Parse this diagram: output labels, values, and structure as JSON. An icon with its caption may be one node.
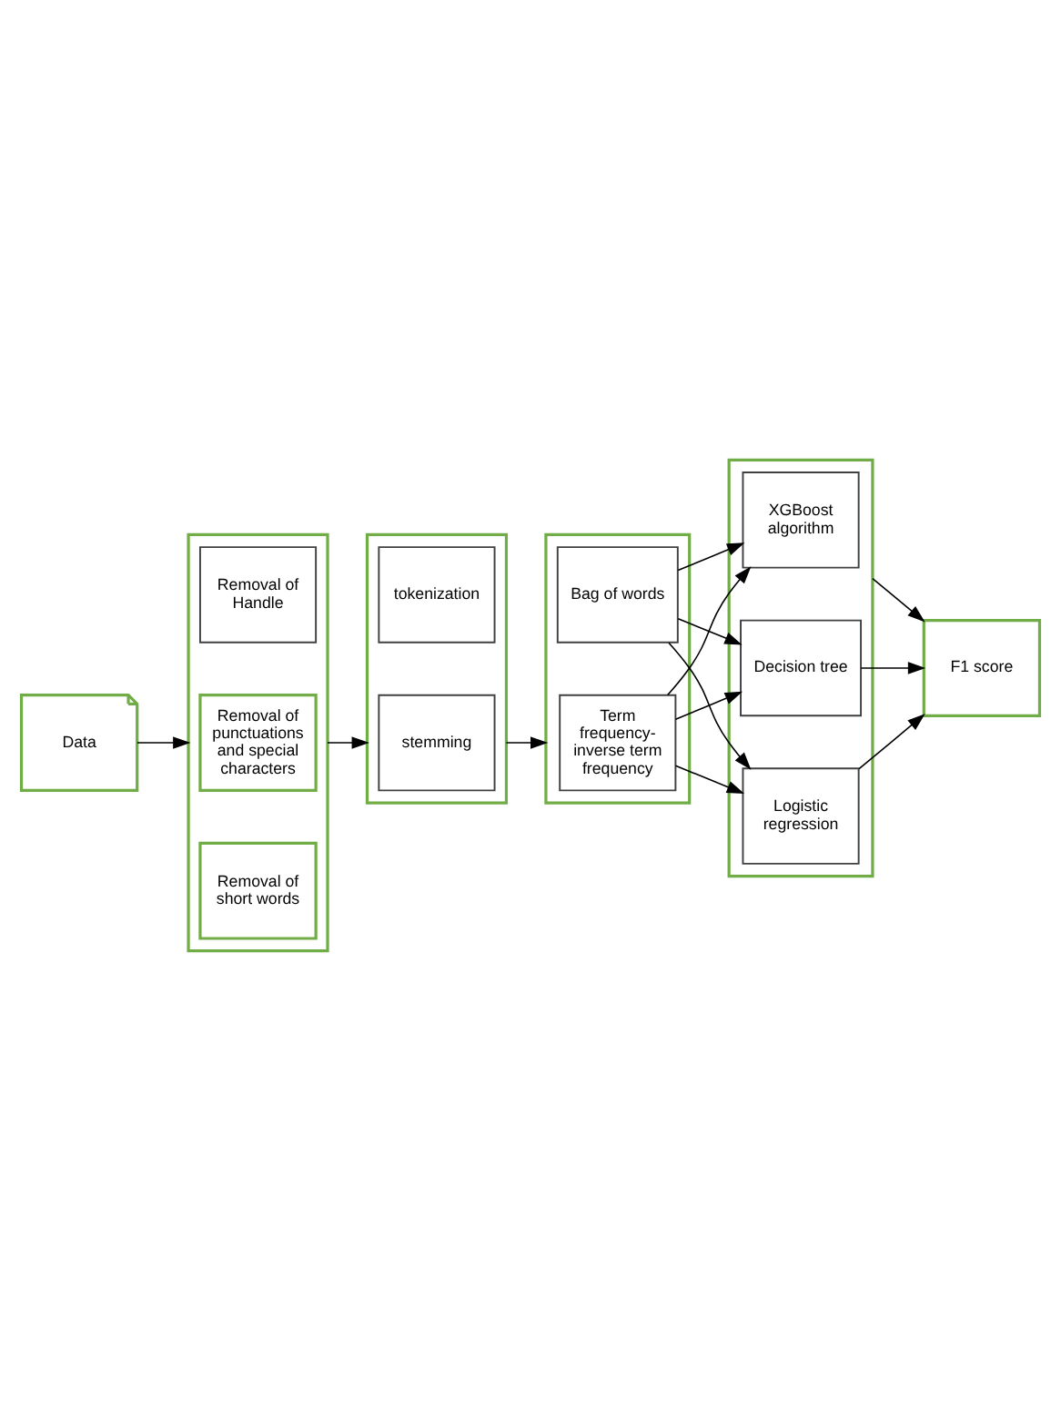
{
  "diagram": {
    "nodes": [
      {
        "text": [
          "Data"
        ]
      },
      {
        "text": [],
        "shape": "box"
      },
      {
        "text": [
          "Removal of Handle"
        ],
        "in": 1
      },
      {
        "text": [
          "Removal of punctuations and special characters"
        ],
        "in": 1
      },
      {
        "text": [
          "Removal of short words"
        ],
        "in": 1
      },
      {
        "text": [],
        "shape": "box"
      },
      {
        "text": [
          "tokenization"
        ],
        "in": 5
      },
      {
        "text": [
          "stemming"
        ],
        "in": 5
      },
      {
        "text": [],
        "shape": "box"
      },
      {
        "text": [
          "Bag of words"
        ],
        "in": 8
      },
      {
        "text": [
          "Term frequency-inverse term frequency"
        ],
        "in": 8
      },
      {
        "text": [],
        "shape": "box"
      },
      {
        "text": [
          "Logistic regression"
        ],
        "in": 11
      },
      {
        "text": [
          "XGBoost algorithm"
        ],
        "in": 11
      },
      {
        "text": [
          "Decision tree"
        ],
        "in": 11
      },
      {
        "text": [
          "F1 score"
        ]
      }
    ],
    "edges": [
      {
        "from": 0,
        "to": 1,
        "arrow": "to"
      },
      {
        "from": 1,
        "to": 5,
        "arrow": "to"
      },
      {
        "from": 5,
        "to": 8,
        "arrow": "to"
      },
      {
        "from": 9,
        "to": 12,
        "arrow": "to"
      },
      {
        "from": 9,
        "to": 13,
        "arrow": "to"
      },
      {
        "from": 9,
        "to": 14,
        "arrow": "to"
      },
      {
        "from": 10,
        "to": 12,
        "arrow": "to"
      },
      {
        "from": 10,
        "to": 13,
        "arrow": "to"
      },
      {
        "from": 10,
        "to": 14,
        "arrow": "to"
      },
      {
        "from": 12,
        "to": 15,
        "arrow": "to"
      },
      {
        "from": 11,
        "to": 15,
        "arrow": "to"
      },
      {
        "from": 14,
        "to": 15,
        "arrow": "to"
      }
    ]
  }
}
